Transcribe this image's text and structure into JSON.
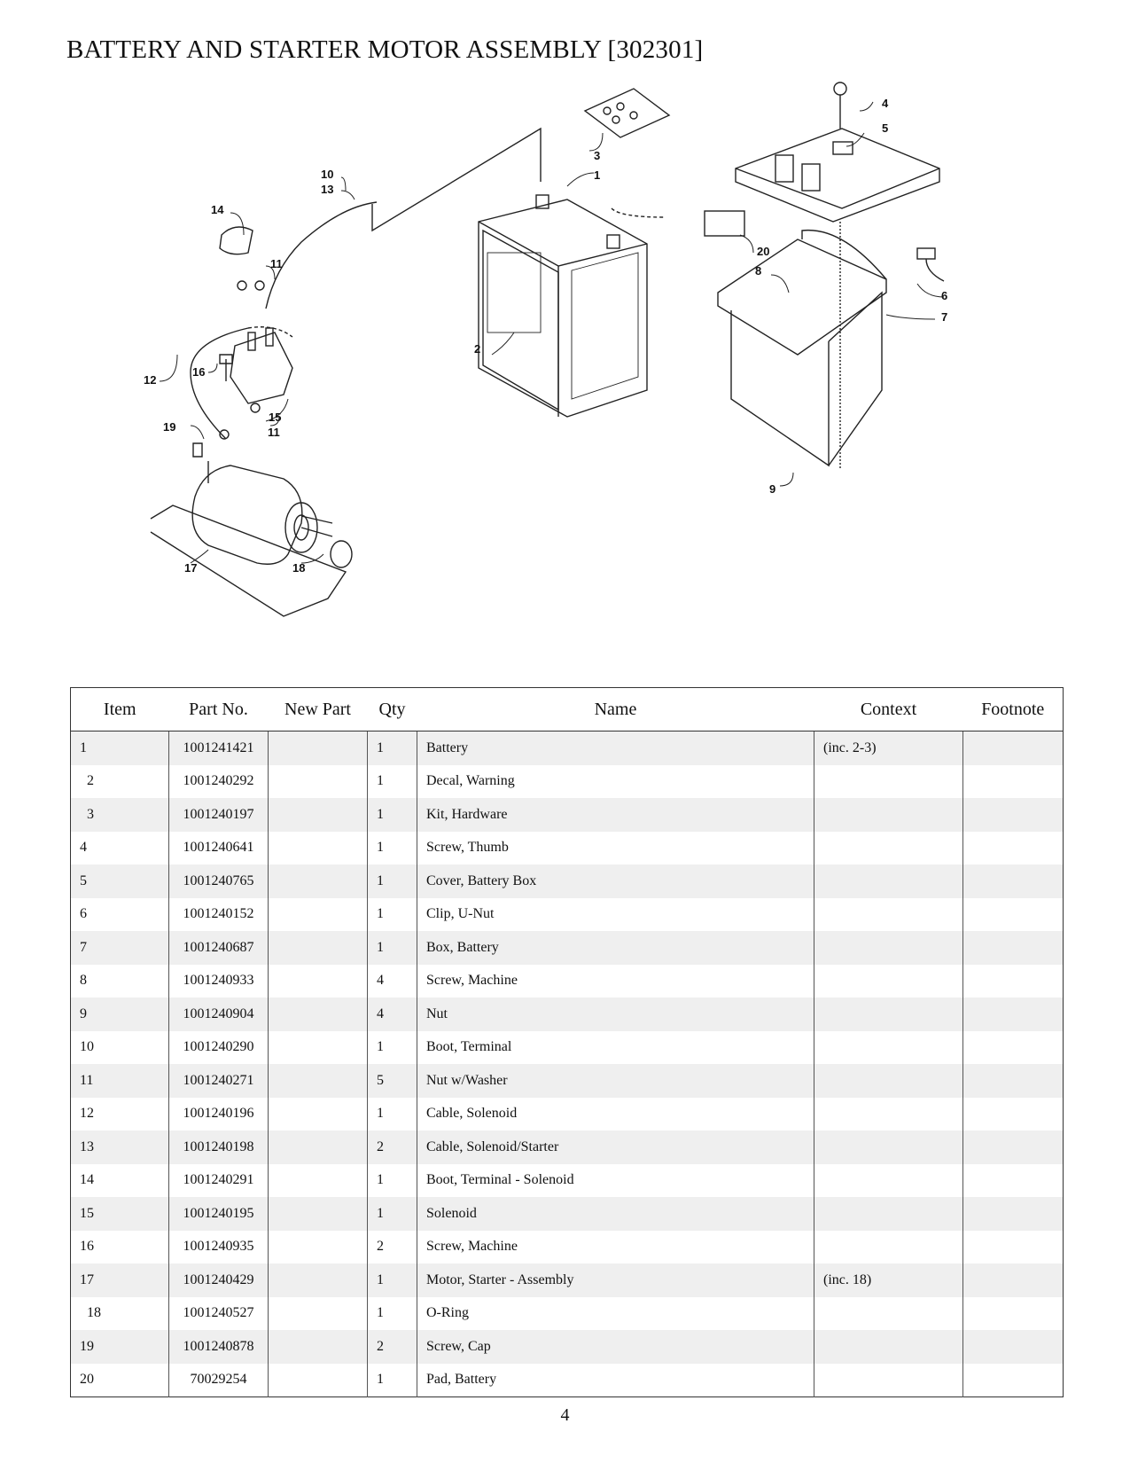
{
  "page": {
    "title": "BATTERY AND STARTER MOTOR ASSEMBLY [302301]",
    "page_number": "4"
  },
  "diagram": {
    "callouts": [
      "1",
      "2",
      "3",
      "4",
      "5",
      "6",
      "7",
      "8",
      "9",
      "10",
      "11",
      "11",
      "12",
      "13",
      "14",
      "15",
      "16",
      "17",
      "18",
      "19",
      "20"
    ]
  },
  "table": {
    "headers": [
      "Item",
      "Part No.",
      "New Part",
      "Qty",
      "Name",
      "Context",
      "Footnote"
    ],
    "rows": [
      {
        "item": "1",
        "part_no": "1001241421",
        "new_part": "",
        "qty": "1",
        "name": "Battery",
        "context": "(inc. 2-3)",
        "footnote": ""
      },
      {
        "item": "2",
        "part_no": "1001240292",
        "new_part": "",
        "qty": "1",
        "name": "Decal, Warning",
        "context": "",
        "footnote": ""
      },
      {
        "item": "3",
        "part_no": "1001240197",
        "new_part": "",
        "qty": "1",
        "name": "Kit, Hardware",
        "context": "",
        "footnote": ""
      },
      {
        "item": "4",
        "part_no": "1001240641",
        "new_part": "",
        "qty": "1",
        "name": "Screw, Thumb",
        "context": "",
        "footnote": ""
      },
      {
        "item": "5",
        "part_no": "1001240765",
        "new_part": "",
        "qty": "1",
        "name": "Cover, Battery Box",
        "context": "",
        "footnote": ""
      },
      {
        "item": "6",
        "part_no": "1001240152",
        "new_part": "",
        "qty": "1",
        "name": "Clip, U-Nut",
        "context": "",
        "footnote": ""
      },
      {
        "item": "7",
        "part_no": "1001240687",
        "new_part": "",
        "qty": "1",
        "name": "Box, Battery",
        "context": "",
        "footnote": ""
      },
      {
        "item": "8",
        "part_no": "1001240933",
        "new_part": "",
        "qty": "4",
        "name": "Screw, Machine",
        "context": "",
        "footnote": ""
      },
      {
        "item": "9",
        "part_no": "1001240904",
        "new_part": "",
        "qty": "4",
        "name": "Nut",
        "context": "",
        "footnote": ""
      },
      {
        "item": "10",
        "part_no": "1001240290",
        "new_part": "",
        "qty": "1",
        "name": "Boot, Terminal",
        "context": "",
        "footnote": ""
      },
      {
        "item": "11",
        "part_no": "1001240271",
        "new_part": "",
        "qty": "5",
        "name": "Nut w/Washer",
        "context": "",
        "footnote": ""
      },
      {
        "item": "12",
        "part_no": "1001240196",
        "new_part": "",
        "qty": "1",
        "name": "Cable, Solenoid",
        "context": "",
        "footnote": ""
      },
      {
        "item": "13",
        "part_no": "1001240198",
        "new_part": "",
        "qty": "2",
        "name": "Cable, Solenoid/Starter",
        "context": "",
        "footnote": ""
      },
      {
        "item": "14",
        "part_no": "1001240291",
        "new_part": "",
        "qty": "1",
        "name": "Boot, Terminal - Solenoid",
        "context": "",
        "footnote": ""
      },
      {
        "item": "15",
        "part_no": "1001240195",
        "new_part": "",
        "qty": "1",
        "name": "Solenoid",
        "context": "",
        "footnote": ""
      },
      {
        "item": "16",
        "part_no": "1001240935",
        "new_part": "",
        "qty": "2",
        "name": "Screw, Machine",
        "context": "",
        "footnote": ""
      },
      {
        "item": "17",
        "part_no": "1001240429",
        "new_part": "",
        "qty": "1",
        "name": "Motor, Starter - Assembly",
        "context": "(inc. 18)",
        "footnote": ""
      },
      {
        "item": "18",
        "part_no": "1001240527",
        "new_part": "",
        "qty": "1",
        "name": "O-Ring",
        "context": "",
        "footnote": ""
      },
      {
        "item": "19",
        "part_no": "1001240878",
        "new_part": "",
        "qty": "2",
        "name": "Screw, Cap",
        "context": "",
        "footnote": ""
      },
      {
        "item": "20",
        "part_no": "70029254",
        "new_part": "",
        "qty": "1",
        "name": "Pad, Battery",
        "context": "",
        "footnote": ""
      }
    ]
  }
}
